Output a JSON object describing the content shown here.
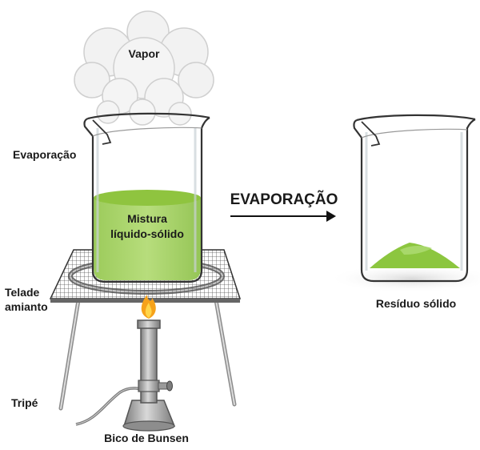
{
  "labels": {
    "vapor": "Vapor",
    "evaporacao_side": "Evaporação",
    "mixture_line1": "Mistura",
    "mixture_line2": "líquido-sólido",
    "tela_line1": "Telade",
    "tela_line2": "amianto",
    "tripe": "Tripé",
    "bunsen": "Bico de Bunsen",
    "process": "EVAPORAÇÃO",
    "residue": "Resíduo sólido"
  },
  "colors": {
    "liquid": "#a9d66a",
    "liquid_top": "#8fc43f",
    "residue": "#8cc63f",
    "glass_stroke": "#333333",
    "flame_outer": "#f6a21a",
    "flame_inner": "#ffd54a",
    "metal": "#9a9a9a"
  }
}
